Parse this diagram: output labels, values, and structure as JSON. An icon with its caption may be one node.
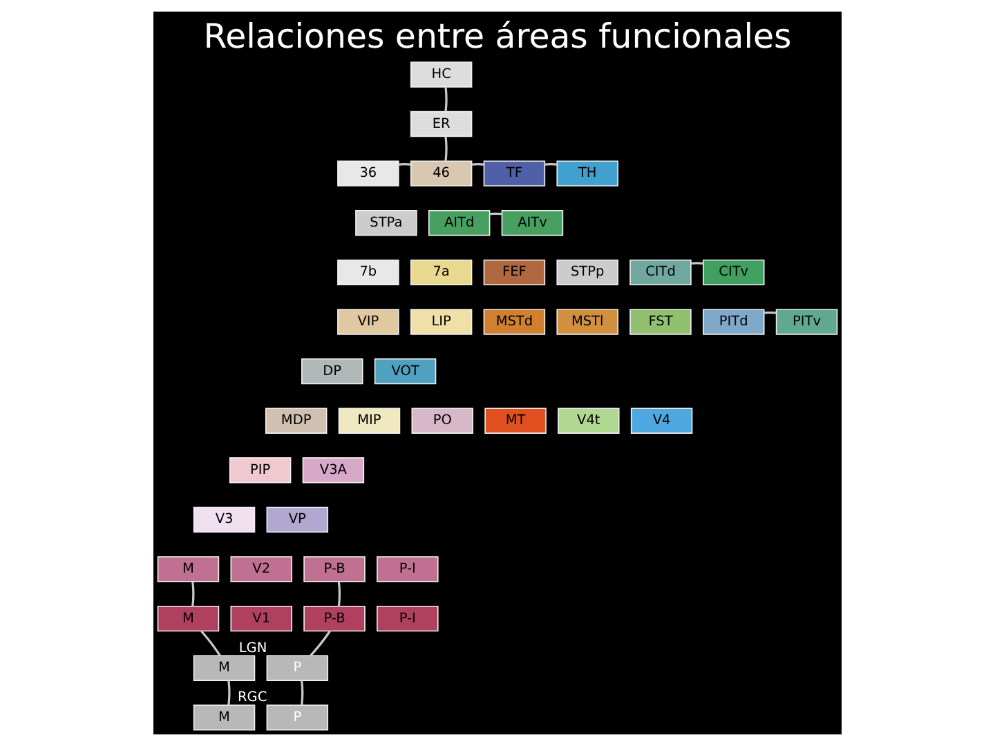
{
  "diagram": {
    "title": "Relaciones entre áreas funcionales",
    "nodes": [
      {
        "text": [
          "HC"
        ]
      },
      {
        "text": [
          "ER"
        ]
      },
      {
        "text": [
          "36"
        ]
      },
      {
        "text": [
          "46"
        ]
      },
      {
        "text": [
          "TF"
        ]
      },
      {
        "text": [
          "TH"
        ]
      },
      {
        "text": [
          "STPa"
        ]
      },
      {
        "text": [
          "AITd"
        ]
      },
      {
        "text": [
          "AITv"
        ]
      },
      {
        "text": [
          "7b"
        ]
      },
      {
        "text": [
          "7a"
        ]
      },
      {
        "text": [
          "FEF"
        ]
      },
      {
        "text": [
          "STPp"
        ]
      },
      {
        "text": [
          "CITd"
        ]
      },
      {
        "text": [
          "CITv"
        ]
      },
      {
        "text": [
          "VIP"
        ]
      },
      {
        "text": [
          "LIP"
        ]
      },
      {
        "text": [
          "MSTd"
        ]
      },
      {
        "text": [
          "MSTl"
        ]
      },
      {
        "text": [
          "FST"
        ]
      },
      {
        "text": [
          "PITd"
        ]
      },
      {
        "text": [
          "PITv"
        ]
      },
      {
        "text": [
          "DP"
        ]
      },
      {
        "text": [
          "VOT"
        ]
      },
      {
        "text": [
          "MDP"
        ]
      },
      {
        "text": [
          "MIP"
        ]
      },
      {
        "text": [
          "PO"
        ]
      },
      {
        "text": [
          "MT"
        ]
      },
      {
        "text": [
          "V4t"
        ]
      },
      {
        "text": [
          "V4"
        ]
      },
      {
        "text": [
          "PIP"
        ]
      },
      {
        "text": [
          "V3A"
        ]
      },
      {
        "text": [
          "V3"
        ]
      },
      {
        "text": [
          "VP"
        ]
      },
      {
        "text": [
          "M"
        ]
      },
      {
        "text": [
          "V2"
        ]
      },
      {
        "text": [
          "P-B"
        ]
      },
      {
        "text": [
          "P-I"
        ]
      },
      {
        "text": [
          "M"
        ]
      },
      {
        "text": [
          "V1"
        ]
      },
      {
        "text": [
          "P-B"
        ]
      },
      {
        "text": [
          "P-I"
        ]
      },
      {
        "text": [
          "M"
        ]
      },
      {
        "text": [
          "P"
        ],
        "beside": [
          "LGN"
        ]
      },
      {
        "text": [
          "M"
        ]
      },
      {
        "text": [
          "P"
        ],
        "beside": [
          "RGC"
        ]
      }
    ],
    "edges": [
      {
        "from": 0,
        "to": 1,
        "arrow": "none"
      },
      {
        "from": 1,
        "to": 3,
        "arrow": "none"
      },
      {
        "from": 2,
        "to": 3,
        "arrow": "none"
      },
      {
        "from": 3,
        "to": 4,
        "arrow": "none"
      },
      {
        "from": 4,
        "to": 5,
        "arrow": "none"
      },
      {
        "from": 7,
        "to": 8,
        "arrow": "none"
      },
      {
        "from": 13,
        "to": 14,
        "arrow": "none"
      },
      {
        "from": 20,
        "to": 21,
        "arrow": "none"
      },
      {
        "from": 34,
        "to": 38,
        "arrow": "none"
      },
      {
        "from": 38,
        "to": 42,
        "arrow": "none"
      },
      {
        "from": 42,
        "to": 44,
        "arrow": "none"
      },
      {
        "from": 36,
        "to": 40,
        "arrow": "none"
      },
      {
        "from": 40,
        "to": 43,
        "arrow": "none"
      },
      {
        "from": 43,
        "to": 45,
        "arrow": "none"
      }
    ]
  }
}
